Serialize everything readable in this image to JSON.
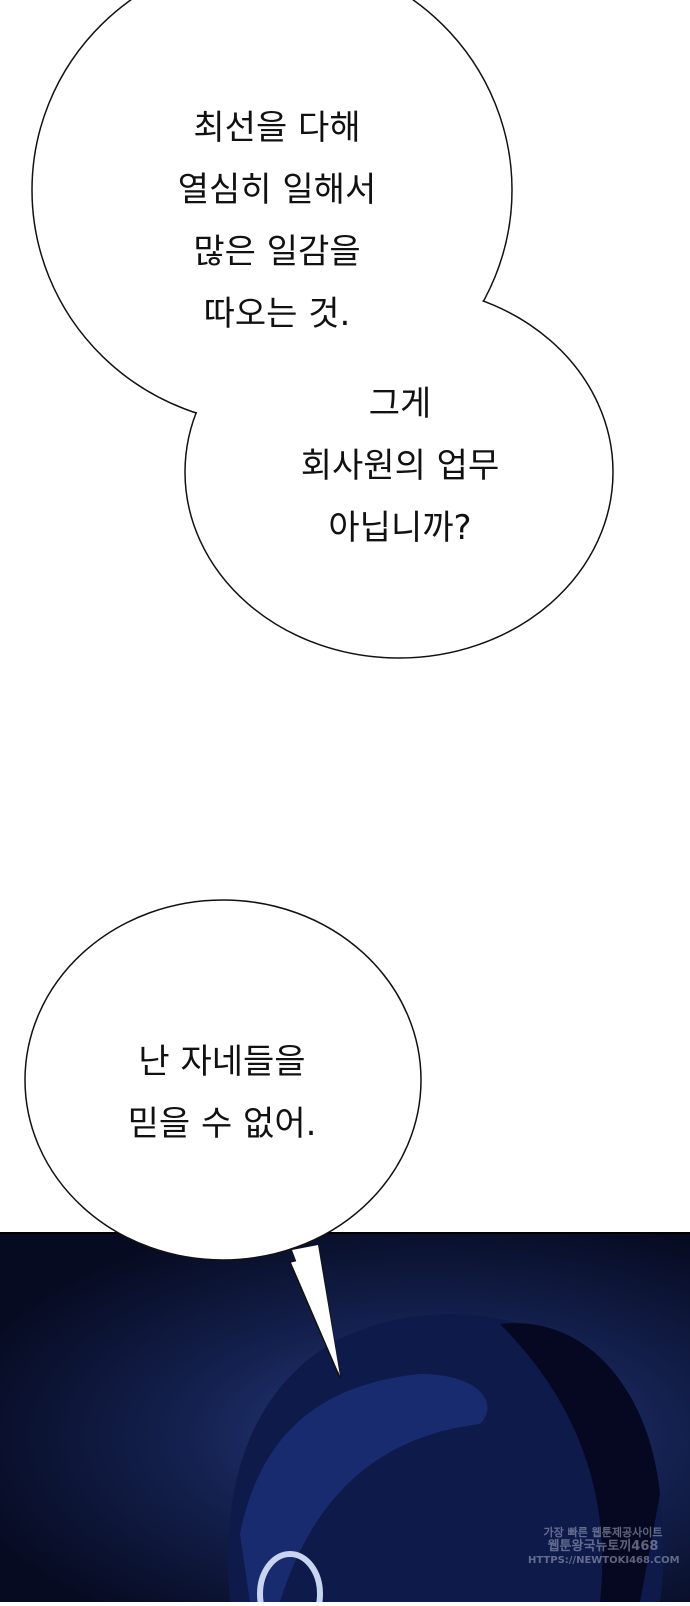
{
  "bubbles": [
    {
      "lines": [
        "최선을 다해",
        "열심히 일해서",
        "많은 일감을",
        "따오는 것."
      ]
    },
    {
      "lines": [
        "그게",
        "회사원의 업무",
        "아닙니까?"
      ]
    },
    {
      "lines": [
        "난 자네들을",
        "믿을 수 없어."
      ]
    }
  ],
  "watermark": {
    "line1": "가장 빠른 웹툰제공사이트",
    "line2": "웹툰왕국뉴토끼468",
    "line3": "HTTPS://NEWTOKI468.COM"
  }
}
